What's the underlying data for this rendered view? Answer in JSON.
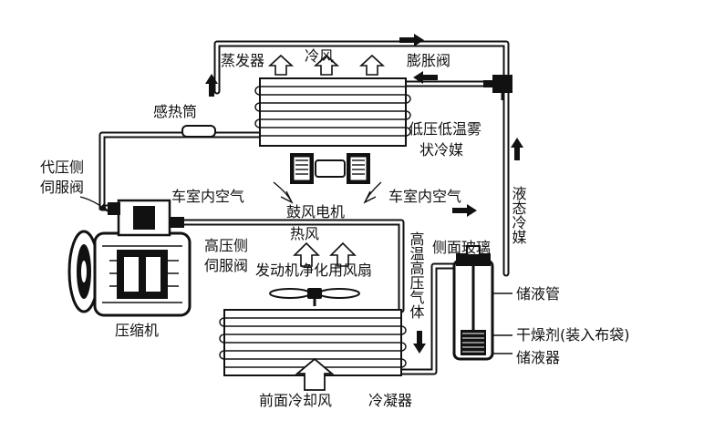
{
  "labels": {
    "evaporator": "蒸发器",
    "cold_air": "冷风",
    "expansion_valve": "膨胀阀",
    "sensing_bulb": "感热筒",
    "low_pressure_mist": "低压低温雾",
    "mist_refrigerant": "状冷媒",
    "suction_service_valve_1": "代压侧",
    "suction_service_valve_2": "伺服阀",
    "cabin_air_left": "车室内空气",
    "cabin_air_right": "车室内空气",
    "blower_motor": "鼓风电机",
    "liquid_refrigerant": "液态冷媒",
    "high_temp_pressure_gas": "高温高压气体",
    "side_sight_glass": "侧面玻璃",
    "discharge_service_valve_1": "高压侧",
    "discharge_service_valve_2": "伺服阀",
    "hot_air": "热风",
    "engine_cooling_fan": "发动机净化用风扇",
    "compressor": "压缩机",
    "receiver_tube": "储液管",
    "desiccant": "干燥剂(装入布袋)",
    "receiver_drier": "储液器",
    "front_cooling_air": "前面冷却风",
    "condenser": "冷凝器"
  },
  "icons": {
    "flow_arrow": "filled-triangle-arrow",
    "air_arrow": "hollow-up-arrow"
  },
  "colors": {
    "ink": "#111111",
    "paper": "#ffffff"
  }
}
